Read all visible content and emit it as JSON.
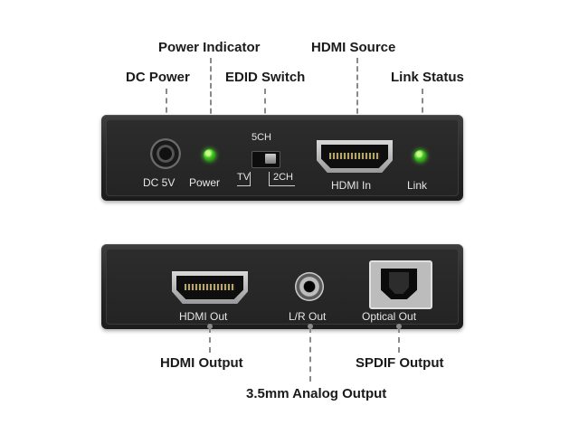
{
  "callouts": {
    "power_indicator": "Power Indicator",
    "hdmi_source": "HDMI Source",
    "dc_power": "DC Power",
    "edid_switch": "EDID Switch",
    "link_status": "Link Status",
    "hdmi_output": "HDMI Output",
    "spdif_output": "SPDIF Output",
    "analog_output": "3.5mm Analog Output"
  },
  "top_panel": {
    "dc_label": "DC 5V",
    "power_label": "Power",
    "switch_5ch": "5CH",
    "switch_tv": "TV",
    "switch_2ch": "2CH",
    "hdmi_in_label": "HDMI In",
    "link_label": "Link"
  },
  "bottom_panel": {
    "hdmi_out_label": "HDMI Out",
    "lr_out_label": "L/R Out",
    "optical_out_label": "Optical Out"
  },
  "colors": {
    "led": "#3ec21f",
    "device_body": "#262626",
    "leader": "#8a8a8a"
  },
  "icons": [
    "dc-jack-icon",
    "led-icon",
    "switch-icon",
    "hdmi-port-icon",
    "audio-jack-icon",
    "optical-port-icon"
  ]
}
